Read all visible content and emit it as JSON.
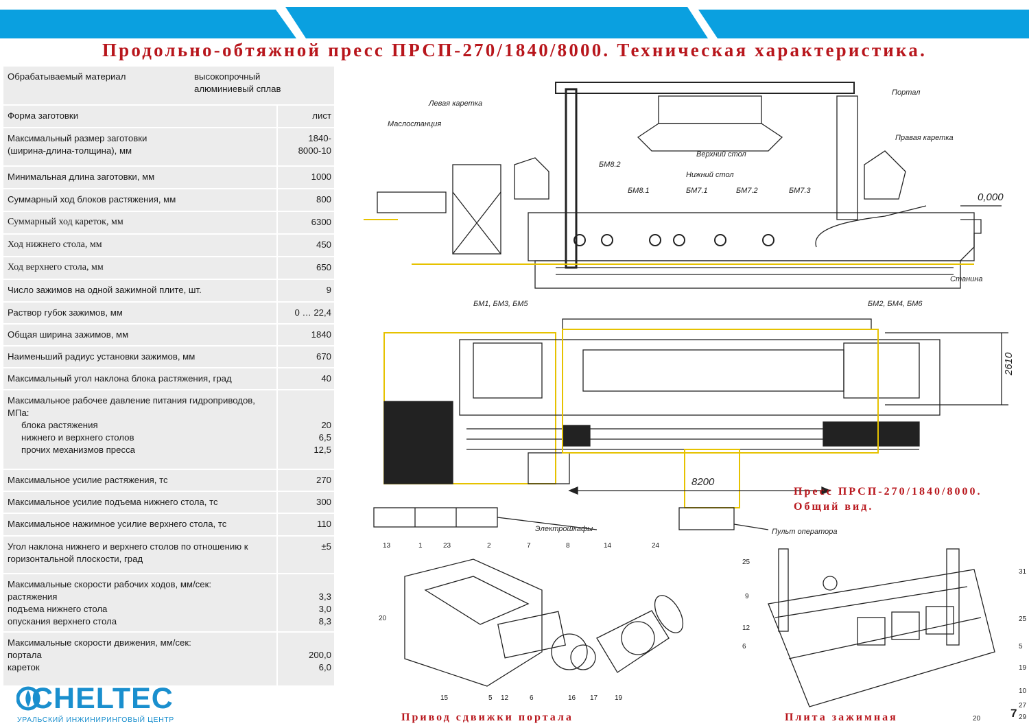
{
  "title": "Продольно-обтяжной пресс ПРСП-270/1840/8000.  Техническая характеристика.",
  "spec": {
    "r1": {
      "label": "Обрабатываемый материал",
      "value1": "высокопрочный",
      "value2": "алюминиевый сплав"
    },
    "r2": {
      "label": "Форма заготовки",
      "value": "лист"
    },
    "r3": {
      "label1": "Максимальный размер заготовки",
      "label2": "(ширина-длина-толщина), мм",
      "value1": "1840-",
      "value2": "8000-10"
    },
    "r4": {
      "label": "Минимальная длина заготовки, мм",
      "value": "1000"
    },
    "r5": {
      "label": "Суммарный ход блоков растяжения, мм",
      "value": "800"
    },
    "r6": {
      "label": "Суммарный ход кареток, мм",
      "value": "6300"
    },
    "r7": {
      "label": "Ход нижнего стола, мм",
      "value": "450"
    },
    "r8": {
      "label": "Ход верхнего стола, мм",
      "value": "650"
    },
    "r9": {
      "label": "Число зажимов на одной зажимной плите, шт.",
      "value": "9"
    },
    "r10": {
      "label": "Раствор губок зажимов, мм",
      "value": "0 … 22,4"
    },
    "r11": {
      "label": "Общая ширина зажимов, мм",
      "value": "1840"
    },
    "r12": {
      "label": "Наименьший радиус установки зажимов, мм",
      "value": "670"
    },
    "r13": {
      "label": "Максимальный угол наклона блока растяжения, град",
      "value": "40"
    },
    "r14": {
      "label": "Максимальное рабочее давление питания гидроприводов, МПа:",
      "sub1": "блока растяжения",
      "v1": "20",
      "sub2": "нижнего и верхнего столов",
      "v2": "6,5",
      "sub3": "прочих механизмов пресса",
      "v3": "12,5"
    },
    "r15": {
      "label": "Максимальное усилие растяжения, тс",
      "value": "270"
    },
    "r16": {
      "label": "Максимальное усилие подъема нижнего стола, тс",
      "value": "300"
    },
    "r17": {
      "label": "Максимальное нажимное усилие верхнего стола, тс",
      "value": "110"
    },
    "r18": {
      "label": "Угол наклона нижнего и верхнего столов по отношению к горизонтальной плоскости, град",
      "value": "±5"
    },
    "r19": {
      "label": "Максимальные скорости рабочих ходов, мм/сек:",
      "sub1": "растяжения",
      "v1": "3,3",
      "sub2": "подъема нижнего стола",
      "v2": "3,0",
      "sub3": "опускания верхнего стола",
      "v3": "8,3"
    },
    "r20": {
      "label": "Максимальные скорости движения, мм/сек:",
      "sub1": "портала",
      "v1": "200,0",
      "sub2": "кареток",
      "v2": "6,0"
    }
  },
  "drawing_labels": {
    "portal": "Портал",
    "left_carriage": "Левая каретка",
    "right_carriage": "Правая каретка",
    "oil_station": "Маслостанция",
    "upper_table": "Верхний стол",
    "lower_table": "Нижний стол",
    "frame": "Станина",
    "level": "0,000",
    "bm82": "БМ8.2",
    "bm81": "БМ8.1",
    "bm71": "БМ7.1",
    "bm72": "БМ7.2",
    "bm73": "БМ7.3",
    "bm135": "БМ1, БМ3, БМ5",
    "bm246": "БМ2, БМ4, БМ6",
    "dim_width": "2610",
    "dim_length": "8200",
    "cabinets": "Электрошкафы",
    "operator_panel": "Пульт оператора"
  },
  "captions": {
    "general_view_1": "Пресс ПРСП-270/1840/8000.",
    "general_view_2": "Общий вид.",
    "drive": "Привод сдвижки портала",
    "clamp_plate": "Плита зажимная"
  },
  "drive_numbers": [
    "13",
    "1",
    "23",
    "2",
    "7",
    "8",
    "14",
    "24",
    "20",
    "15",
    "5",
    "12",
    "6",
    "16",
    "17",
    "19"
  ],
  "plate_numbers": [
    "25",
    "9",
    "12",
    "6",
    "31",
    "25",
    "5",
    "19",
    "10",
    "27",
    "29",
    "20"
  ],
  "logo": {
    "name": "CHELTEC",
    "tagline": "УРАЛЬСКИЙ ИНЖИНИРИНГОВЫЙ ЦЕНТР"
  },
  "page_number": "7",
  "colors": {
    "accent_blue": "#0aa0e0",
    "title_red": "#b8161c",
    "logo_blue": "#1a8fce",
    "table_grey": "#ececec"
  }
}
